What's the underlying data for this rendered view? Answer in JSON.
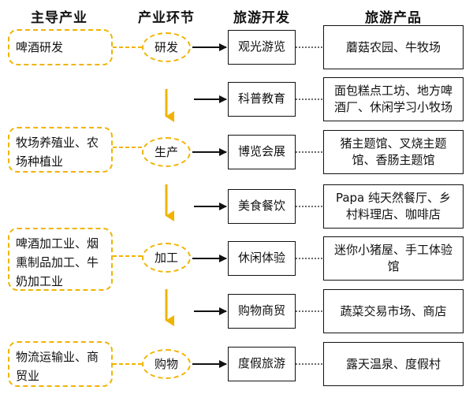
{
  "headers": {
    "industry": "主导产业",
    "stage": "产业环节",
    "development": "旅游开发",
    "products": "旅游产品"
  },
  "industries": [
    "啤酒研发",
    "牧场养殖业、农场种植业",
    "啤酒加工业、烟熏制品加工、牛奶加工业",
    "物流运输业、商贸业"
  ],
  "stages": [
    "研发",
    "生产",
    "加工",
    "购物"
  ],
  "rows": [
    {
      "development": "观光游览",
      "product": "蘑菇农园、牛牧场"
    },
    {
      "development": "科普教育",
      "product": "面包糕点工坊、地方啤酒厂、休闲学习小牧场"
    },
    {
      "development": "博览会展",
      "product": "猪主题馆、叉烧主题馆、香肠主题馆"
    },
    {
      "development": "美食餐饮",
      "product": "Papa 纯天然餐厅、乡村料理店、咖啡店"
    },
    {
      "development": "休闲体验",
      "product": "迷你小猪屋、手工体验馆"
    },
    {
      "development": "购物商贸",
      "product": "蔬菜交易市场、商店"
    },
    {
      "development": "度假旅游",
      "product": "露天温泉、度假村"
    }
  ],
  "colors": {
    "accent": "#f0b400",
    "line": "#111111"
  }
}
